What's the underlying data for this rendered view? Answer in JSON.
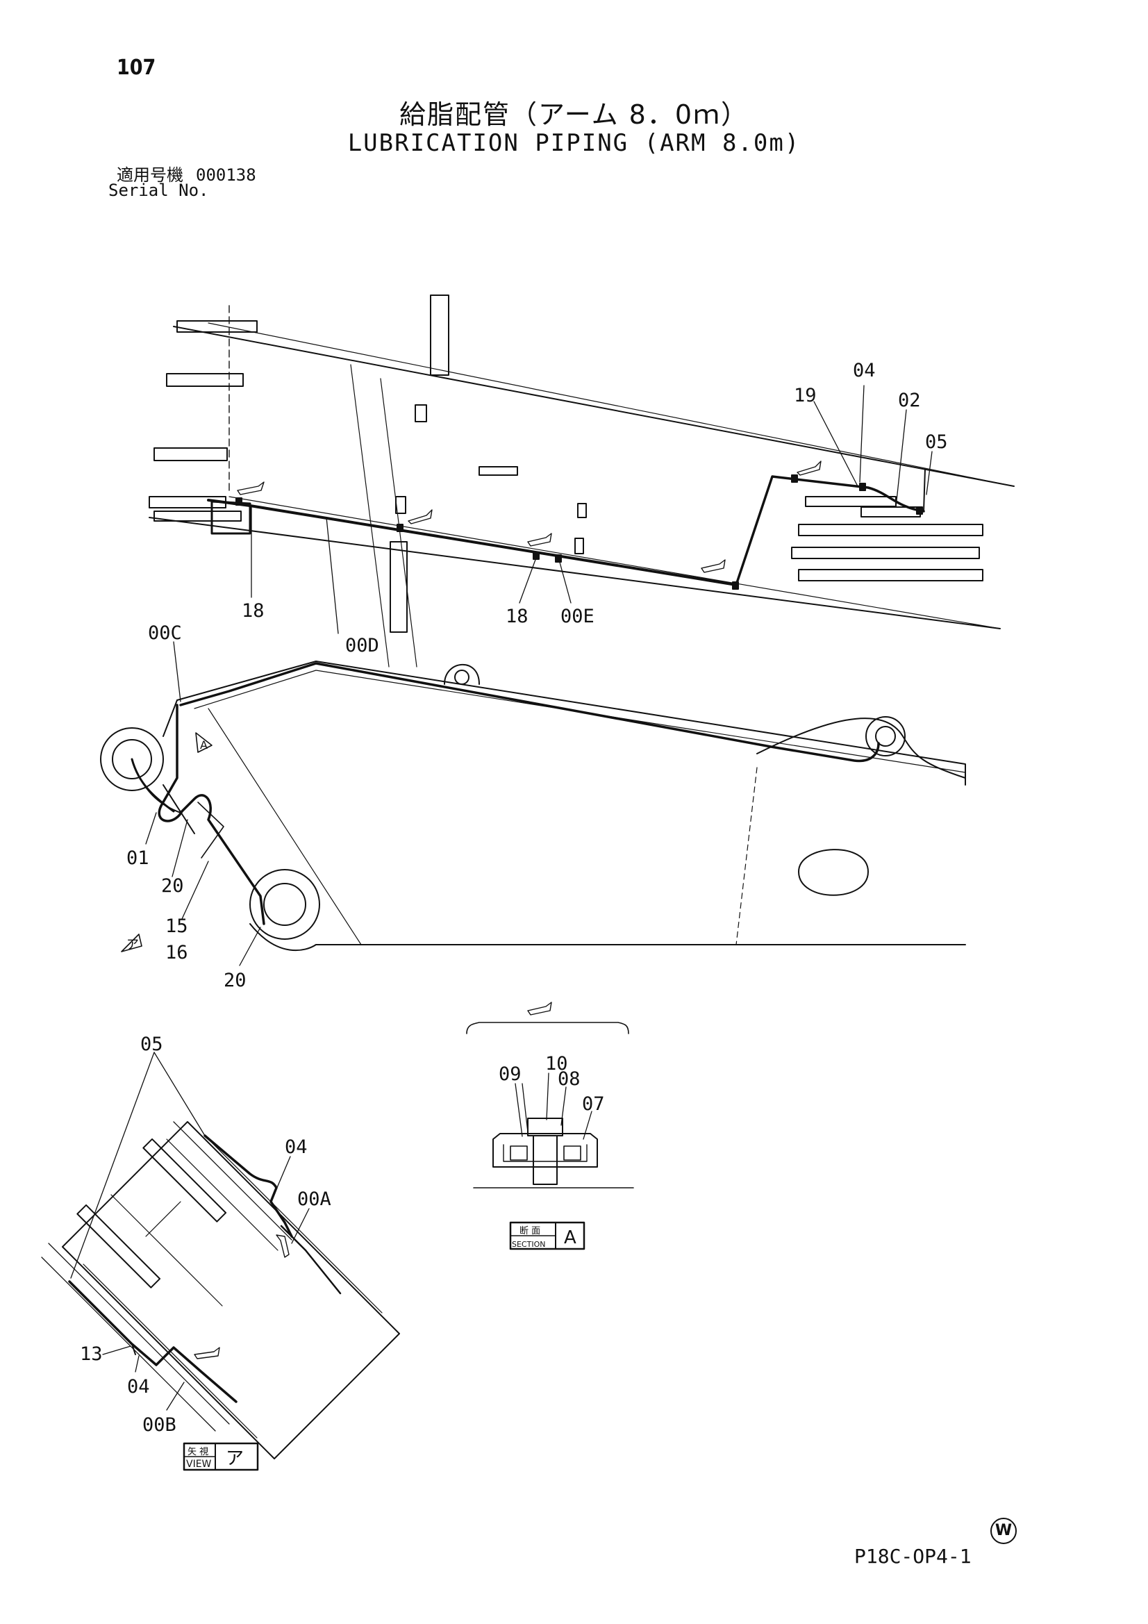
{
  "page": {
    "number": "107",
    "title_jp": "給脂配管（アーム 8．0ｍ）",
    "title_en": "LUBRICATION PIPING (ARM 8.0m)",
    "serial_label_jp": "適用号機",
    "serial_value": "000138",
    "serial_label_en": "Serial No.",
    "drawing_number": "P18C-OP4-1",
    "watermark_symbol": "W"
  },
  "callouts": {
    "upper": [
      "04",
      "19",
      "02",
      "05",
      "18",
      "00D",
      "18",
      "00E"
    ],
    "middle": [
      "00C",
      "01",
      "20",
      "15",
      "16",
      "20"
    ],
    "view_a": [
      "05",
      "04",
      "00A",
      "13",
      "04",
      "00B"
    ],
    "section": [
      "10",
      "09",
      "08",
      "07"
    ]
  },
  "labels": {
    "section_jp": "断 面",
    "section_en": "SECTION",
    "section_letter": "A",
    "view_jp": "矢 視",
    "view_en": "VIEW",
    "view_letter": "ア",
    "marker_a": "A",
    "arrow_mark": "ア"
  }
}
